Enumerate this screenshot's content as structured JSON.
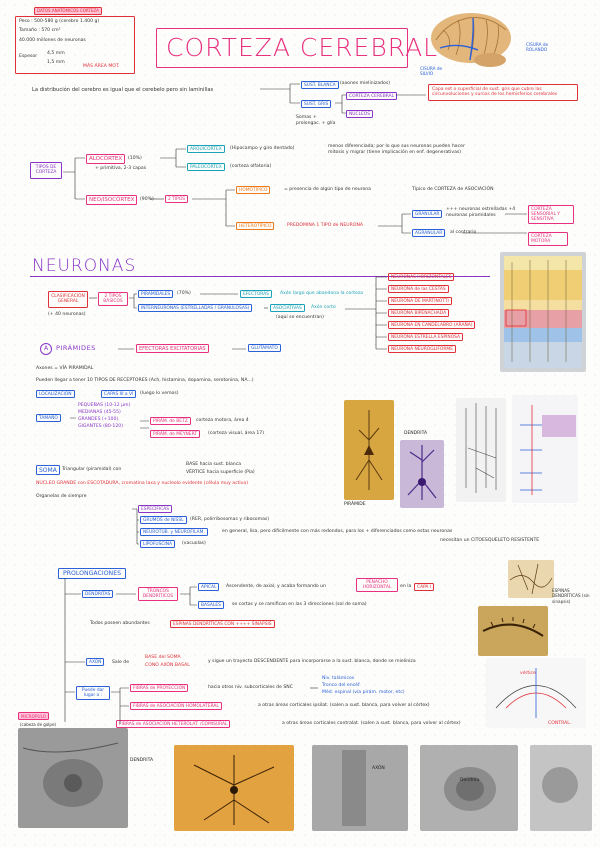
{
  "header": {
    "datos_label": "DATOS ANATÓMICOS CORTEZA",
    "peso": "Peso : 500-580 g (cerebro 1.400 g)",
    "tamano": "Tamaño : 570 cm²",
    "neuronas": "40.000 millones de neuronas",
    "espesor_label": "Espesor",
    "espesor_max": "4,5 mm",
    "espesor_min": "1,5 mm",
    "area_mot": "MÁS ÁREA MOT.",
    "title": "CORTEZA CEREBRAL",
    "brain_labels": {
      "rolando": "CISURA de ROLANDO",
      "silvio": "CISURA de SILVIO"
    }
  },
  "distribution": {
    "text": "La distribución del cerebro es igual que el cerebelo pero sin laminillas",
    "sust_blanca": "SUST. BLANCA",
    "sust_blanca_note": "(axones mielinizados)",
    "corteza": "CORTEZA CEREBRAL",
    "sust_gris": "SUST. GRIS",
    "nucleos": "NÚCLEOS",
    "somas": "Somas + prolongac. + glía",
    "capa_note": "Capa ext o superficial de sust. gris que cubre las circunvoluciones y surcos de los hemisferios cerebrales"
  },
  "tipos": {
    "label": "TIPOS DE CORTEZA",
    "alocortex": "ALOCÓRTEX",
    "alo_pct": "(10%)",
    "alo_note": "+ primitiva, 2-3 capas",
    "arqui": "ARQUICÓRTEX",
    "arqui_note": "(Hipocampo y giro dentado)",
    "paleo": "PALEOCÓRTEX",
    "paleo_note": "(corteza olfatoria)",
    "menos_dif": "menos diferenciada; por lo que sus neuronas pueden hacer mitosis y migrar (tiene implicación en enf. degenerativas)",
    "neo": "NEO/ISOCÓRTEX",
    "neo_pct": "(90%)",
    "seis_tipos": "2 TIPOS",
    "homotipico": "HOMOTÍPICO",
    "homo_note": "= presencia de algún tipo de neurona",
    "homo_result": "Típico de CORTEZA de ASOCIACIÓN",
    "heterotipico": "HETEROTÍPICO",
    "hetero_note": "PREDOMINA 1 TIPO de NEURONA",
    "granular": "GRANULAR",
    "granular_note": "+++ neuronas estrelladas +4 neuronas piramidales",
    "agranular": "AGRANULAR",
    "agranular_note": "al contrario",
    "corteza_sens": "CORTEZA SENSORIAL Y SENSITIVA",
    "corteza_motora": "CORTEZA MOTORA"
  },
  "neuronas": {
    "title": "NEURONAS",
    "clasif": "CLASIFICACIÓN GENERAL",
    "clasif_note": "(+ 40 neuronas)",
    "dos_tipos": "2 TIPOS BÁSICOS",
    "piramidales": "PIRAMIDALES",
    "pir_pct": "(70%)",
    "efectoras": "EFECTORAS",
    "efect_note": "Axón largo que abandona la corteza",
    "interneuronas": "INTERNEURONAS (ESTRELLADAS / GRANULOSAS)",
    "asociativas": "ASOCIATIVAS",
    "asoc_note": "Axón corto",
    "asoc_sub": "(aquí se encuentran)",
    "types": [
      "NEURONAS HORIZONTALES",
      "NEURONA de las CESTAS",
      "NEURONA DE MARTINOTTI",
      "NEURONA BIPENACHADA",
      "NEURONA EN CANDELABRO (ARAÑA)",
      "NEURONA ESTRELLA ESPINOSA",
      "NEURONA NEUROGLIFORME"
    ]
  },
  "piramides": {
    "letter": "A",
    "title": "PIRÁMIDES",
    "efect": "EFECTORAS EXCITATORIAS",
    "glut": "GLUTAMATO",
    "axones": "Axones = VÍA PIRAMIDAL",
    "receptores": "Pueden llegar a tener 10 TIPOS DE RECEPTORES (Ach, histamina, dopamina, serotonina, NA...)",
    "localizacion": "LOCALIZACIÓN",
    "capas": "CAPAS III a VI",
    "capas_note": "(luego lo vemos)",
    "tamano": "TAMAÑO",
    "sizes": [
      "PEQUEÑAS (10-12 µm)",
      "MEDIANAS (45-55)",
      "GRANDES (+100)",
      "GIGANTES (80-120)"
    ],
    "betz": "PIRÁM. de BETZ",
    "betz_note": "corteza motora, área 4",
    "meynert": "PIRÁM. de MEYNERT",
    "meynert_note": "(corteza visual, área 17)",
    "soma": "SOMA",
    "soma_note": "Triangular (piramidal) con",
    "base": "BASE hacia sust. blanca",
    "vertice": "VÉRTICE hacia superficie (Pia)",
    "nucleo": "NÚCLEO GRANDE con ESCOTADURA, cromatina laxa y nucleolo evidente (célula muy activa)",
    "organ": "Organelas de siempre",
    "especificas": "ESPECÍFICAS",
    "nissl": "GRUMOS de NISSL",
    "nissl_note": "(RER, polirribosomas y ribosomas)",
    "neuro": "NEUROTÚB. y NEUROFILAM.",
    "neuro_note": "en general, lisa, pero difícilmente con más redondos, para los + diferenciados como estas neuronas",
    "citoesq": "necesitan un CITOESQUELETO RESISTENTE",
    "lipo": "LIPOFUSCINA",
    "lipo_note": "(vacuolas)",
    "fig_piramide": "PIRÁMIDE",
    "fig_dendrita": "DENDRITA"
  },
  "prolong": {
    "title": "PROLONGACIONES",
    "dendritas": "DENDRITAS",
    "troncos": "TRONCOS DENDRÍTICOS",
    "apical": "APICAL",
    "apical_note": "Ascendente, de axial, y acaba formando un",
    "penacho": "PENACHO HORIZONTAL",
    "en_la": "en la",
    "capa1": "CAPA I",
    "basales": "BASALES",
    "basales_note": "se cortas y se ramifican en las 3 direcciones (sol de soma)",
    "todos": "Todos poseen abundantes",
    "espinas": "ESPINAS DENDRÍTICAS CON ++++ SINAPSIS",
    "axon": "AXÓN",
    "axon_note": "Sale de",
    "base_soma": "BASE del SOMA",
    "cono": "CONO AXÓN BASAL",
    "axon_trayecto": "y sigue un trayecto DESCENDENTE para incorporarse a la sust. blanca, donde se mieliniza",
    "puede": "Puede dar lugar a :",
    "proyeccion": "FIBRAS de PROYECCIÓN",
    "proy_note": "hacia otros niv. subcorticales de SNC",
    "proy_items": [
      "Niv. talámicos",
      "Tronco del encéf.",
      "Méd. espinal (vía pirám. motor, etc)"
    ],
    "asoc_ipsi": "FIBRAS de ASOCIACIÓN HOMOLATERAL",
    "asoc_ipsi_note": "a otras áreas corticales ipsilat. (salen a sust. blanca, para volver al córtex)",
    "asoc_hetero": "FIBRAS de ASOCIACIÓN HETEROLAT. /COMISURAL",
    "asoc_hetero_note": "a otras áreas corticales contralat. (salen a sust. blanca, para volver al córtex)",
    "contral": "CONTRAL.",
    "espinas_fig": "ESPINAS DENDRÍTICAS (sin sinapsis)",
    "vertice_label": "vértice",
    "micro_label": "MICROPULO",
    "micro_sub": "(cabeza de golpe)",
    "dendrita_cap": "DENDRITA",
    "axon_cap": "AXÓN",
    "dendrita_cap2": "Dendrita"
  }
}
